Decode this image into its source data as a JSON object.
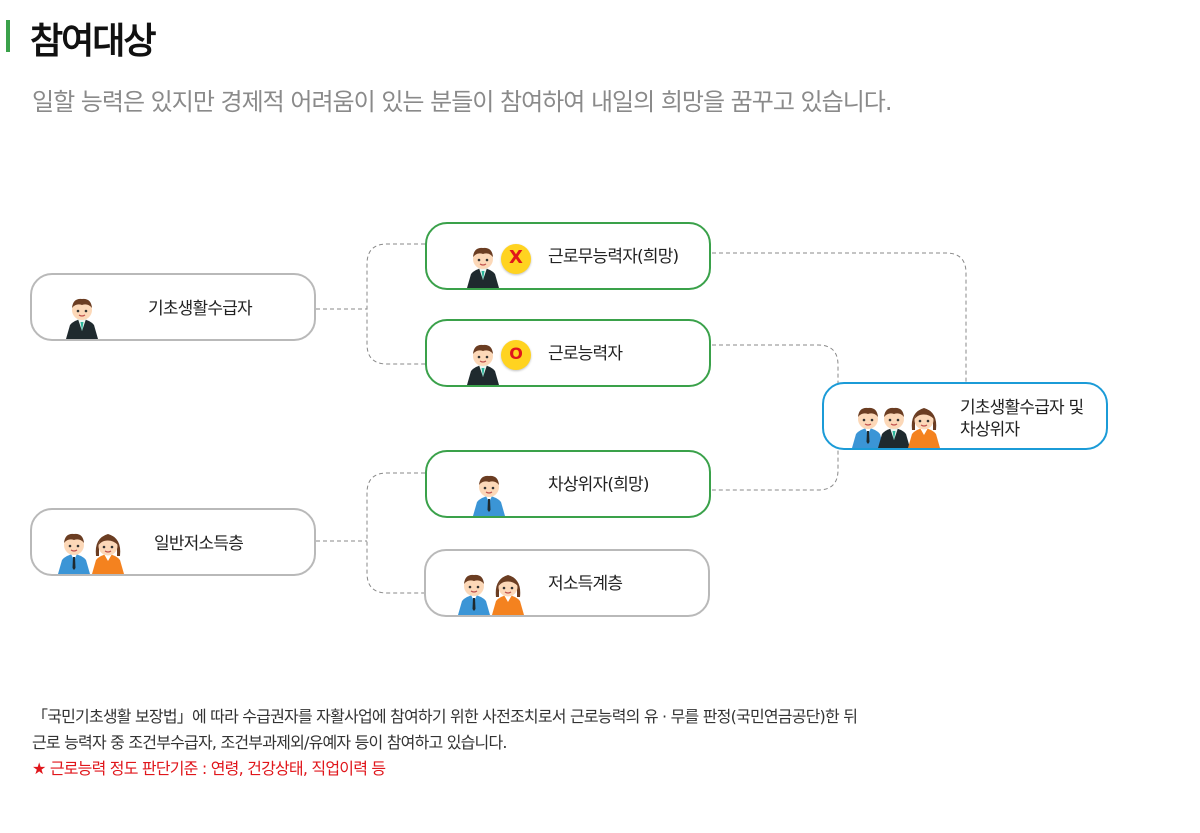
{
  "header": {
    "title": "참여대상",
    "subtitle": "일할 능력은 있지만 경제적 어려움이 있는 분들이 참여하여 내일의 희망을 꿈꾸고 있습니다."
  },
  "diagram": {
    "sources": [
      {
        "label": "기초생활수급자"
      },
      {
        "label": "일반저소득층"
      }
    ],
    "categories": [
      {
        "label": "근로무능력자(희망)",
        "badge": "X"
      },
      {
        "label": "근로능력자",
        "badge": "O"
      },
      {
        "label": "차상위자(희망)"
      },
      {
        "label": "저소득계층"
      }
    ],
    "target": {
      "line1": "기초생활수급자 및",
      "line2": "차상위자"
    }
  },
  "notes": {
    "line1": "「국민기초생활 보장법」에 따라 수급권자를 자활사업에 참여하기 위한 사전조치로서 근로능력의 유 · 무를 판정(국민연금공단)한 뒤",
    "line2": "근로 능력자 중 조건부수급자,  조건부과제외/유예자 등이 참여하고 있습니다.",
    "line3": "★ 근로능력 정도 판단기준 : 연령, 건강상태, 직업이력 등"
  },
  "colors": {
    "accent_green": "#3aa14a",
    "accent_blue": "#1b9bd7",
    "badge_yellow": "#ffd320",
    "mark_red": "#e0161b",
    "neutral_border": "#b9b9b9"
  }
}
